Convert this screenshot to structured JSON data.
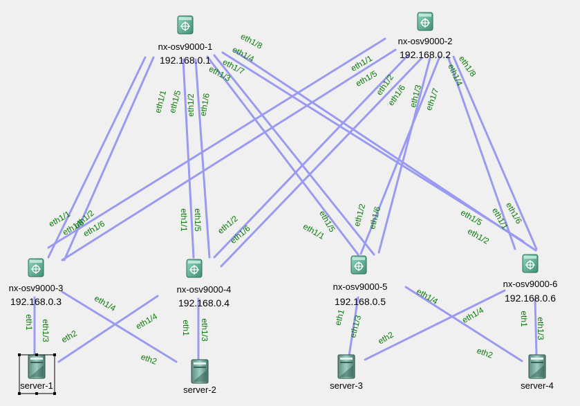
{
  "nodes": [
    {
      "id": "nx1",
      "kind": "switch",
      "name": "nx-osv9000-1",
      "ip": "192.168.0.1"
    },
    {
      "id": "nx2",
      "kind": "switch",
      "name": "nx-osv9000-2",
      "ip": "192.168.0.2"
    },
    {
      "id": "nx3",
      "kind": "switch",
      "name": "nx-osv9000-3",
      "ip": "192.168.0.3"
    },
    {
      "id": "nx4",
      "kind": "switch",
      "name": "nx-osv9000-4",
      "ip": "192.168.0.4"
    },
    {
      "id": "nx5",
      "kind": "switch",
      "name": "nx-osv9000-5",
      "ip": "192.168.0.5"
    },
    {
      "id": "nx6",
      "kind": "switch",
      "name": "nx-osv9000-6",
      "ip": "192.168.0.6"
    },
    {
      "id": "srv1",
      "kind": "server",
      "name": "server-1",
      "selected": true
    },
    {
      "id": "srv2",
      "kind": "server",
      "name": "server-2"
    },
    {
      "id": "srv3",
      "kind": "server",
      "name": "server-3"
    },
    {
      "id": "srv4",
      "kind": "server",
      "name": "server-4"
    }
  ],
  "links": [
    {
      "a": "nx1",
      "b": "nx3"
    },
    {
      "a": "nx1",
      "b": "nx3"
    },
    {
      "a": "nx1",
      "b": "nx4"
    },
    {
      "a": "nx1",
      "b": "nx4"
    },
    {
      "a": "nx1",
      "b": "nx5"
    },
    {
      "a": "nx1",
      "b": "nx5"
    },
    {
      "a": "nx1",
      "b": "nx6"
    },
    {
      "a": "nx1",
      "b": "nx6"
    },
    {
      "a": "nx2",
      "b": "nx3"
    },
    {
      "a": "nx2",
      "b": "nx3"
    },
    {
      "a": "nx2",
      "b": "nx4"
    },
    {
      "a": "nx2",
      "b": "nx4"
    },
    {
      "a": "nx2",
      "b": "nx5"
    },
    {
      "a": "nx2",
      "b": "nx5"
    },
    {
      "a": "nx2",
      "b": "nx6"
    },
    {
      "a": "nx2",
      "b": "nx6"
    },
    {
      "a": "nx3",
      "b": "srv1"
    },
    {
      "a": "nx3",
      "b": "srv2"
    },
    {
      "a": "nx4",
      "b": "srv1"
    },
    {
      "a": "nx4",
      "b": "srv2"
    },
    {
      "a": "nx5",
      "b": "srv3"
    },
    {
      "a": "nx5",
      "b": "srv4"
    },
    {
      "a": "nx6",
      "b": "srv3"
    },
    {
      "a": "nx6",
      "b": "srv4"
    }
  ],
  "interface_labels": [
    "eth1/8",
    "eth1/4",
    "eth1/7",
    "eth1/3",
    "eth1/1",
    "eth1/5",
    "eth1/2",
    "eth1/6",
    "eth1/1",
    "eth1/5",
    "eth1/2",
    "eth1/6",
    "eth1/3",
    "eth1/7",
    "eth1/4",
    "eth1/8",
    "eth1/1",
    "eth1/5",
    "eth1/2",
    "eth1/6",
    "eth1/1",
    "eth1/5",
    "eth1/2",
    "eth1/6",
    "eth1/2",
    "eth1/6",
    "eth1/5",
    "eth1/1",
    "eth1/5",
    "eth1/2",
    "eth1/1",
    "eth1/6",
    "eth1",
    "eth1/3",
    "eth1/4",
    "eth2",
    "eth1",
    "eth1/3",
    "eth1/4",
    "eth2",
    "eth1",
    "eth1/3",
    "eth1/4",
    "eth2",
    "eth1",
    "eth1/3",
    "eth1/4",
    "eth2"
  ],
  "colors": {
    "link": "#9a9af0",
    "label": "#0a7a0a",
    "background": "#f0f0f0"
  }
}
